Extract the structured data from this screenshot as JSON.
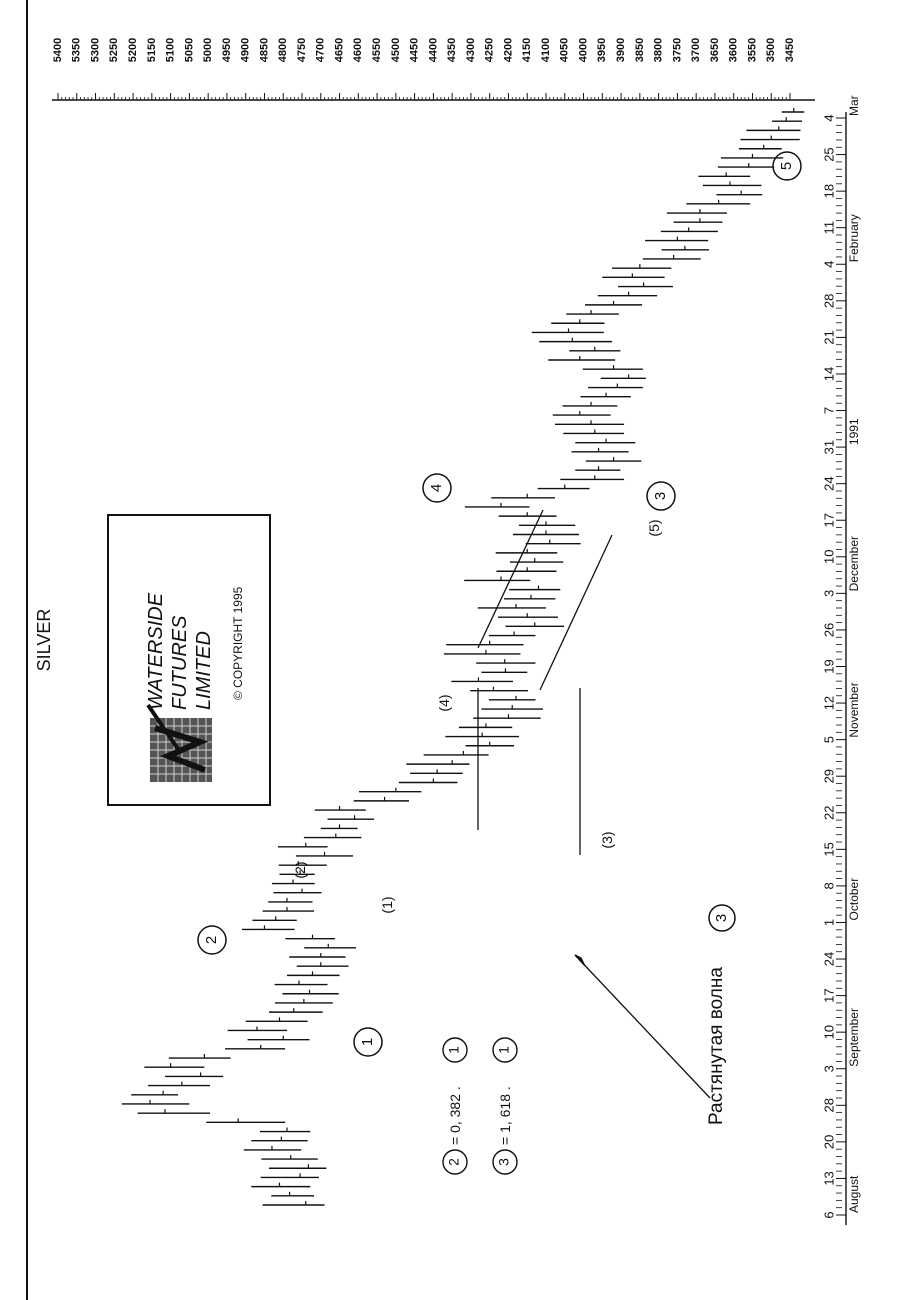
{
  "chart_data": {
    "type": "ohlc",
    "title": "SILVER",
    "orientation": "rotated-90-clockwise",
    "price_axis": {
      "ticks": [
        3450,
        3500,
        3550,
        3600,
        3650,
        3700,
        3750,
        3800,
        3850,
        3900,
        3950,
        4000,
        4050,
        4100,
        4150,
        4200,
        4250,
        4300,
        4350,
        4400,
        4450,
        4500,
        4550,
        4600,
        4650,
        4700,
        4750,
        4800,
        4850,
        4900,
        4950,
        5000,
        5050,
        5100,
        5150,
        5200,
        5250,
        5300,
        5350,
        5400
      ],
      "range": [
        3410,
        5430
      ]
    },
    "date_axis": {
      "day_ticks": [
        "6",
        "13",
        "20",
        "28",
        "3",
        "10",
        "17",
        "24",
        "1",
        "8",
        "15",
        "22",
        "29",
        "5",
        "12",
        "19",
        "26",
        "3",
        "10",
        "17",
        "24",
        "31",
        "7",
        "14",
        "21",
        "28",
        "4",
        "11",
        "18",
        "25",
        "4"
      ],
      "month_labels": [
        "August",
        "September",
        "October",
        "November",
        "December",
        "1991",
        "February",
        "Mar"
      ]
    },
    "bars": [
      [
        4855,
        4690,
        4740
      ],
      [
        4832,
        4718,
        4783
      ],
      [
        4885,
        4728,
        4810
      ],
      [
        4860,
        4705,
        4755
      ],
      [
        4838,
        4685,
        4733
      ],
      [
        4858,
        4708,
        4780
      ],
      [
        4905,
        4752,
        4830
      ],
      [
        4885,
        4735,
        4805
      ],
      [
        4862,
        4728,
        4790
      ],
      [
        5005,
        4795,
        4920
      ],
      [
        5188,
        4995,
        5115
      ],
      [
        5230,
        5050,
        5155
      ],
      [
        5205,
        5080,
        5120
      ],
      [
        5160,
        4995,
        5070
      ],
      [
        5115,
        4960,
        5020
      ],
      [
        5170,
        5010,
        5100
      ],
      [
        5105,
        4940,
        5010
      ],
      [
        4955,
        4795,
        4860
      ],
      [
        4895,
        4730,
        4800
      ],
      [
        4948,
        4790,
        4870
      ],
      [
        4900,
        4735,
        4810
      ],
      [
        4838,
        4695,
        4772
      ],
      [
        4822,
        4668,
        4745
      ],
      [
        4802,
        4652,
        4730
      ],
      [
        4823,
        4682,
        4758
      ],
      [
        4790,
        4650,
        4722
      ],
      [
        4764,
        4626,
        4700
      ],
      [
        4784,
        4634,
        4700
      ],
      [
        4744,
        4606,
        4680
      ],
      [
        4794,
        4662,
        4722
      ],
      [
        4910,
        4770,
        4850
      ],
      [
        4882,
        4764,
        4820
      ],
      [
        4855,
        4718,
        4790
      ],
      [
        4840,
        4722,
        4790
      ],
      [
        4826,
        4698,
        4750
      ],
      [
        4830,
        4716,
        4774
      ],
      [
        4810,
        4716,
        4755
      ],
      [
        4812,
        4684,
        4760
      ],
      [
        4766,
        4614,
        4690
      ],
      [
        4814,
        4682,
        4740
      ],
      [
        4745,
        4592,
        4660
      ],
      [
        4700,
        4602,
        4650
      ],
      [
        4682,
        4558,
        4610
      ],
      [
        4716,
        4580,
        4650
      ],
      [
        4612,
        4465,
        4530
      ],
      [
        4598,
        4432,
        4500
      ],
      [
        4492,
        4336,
        4400
      ],
      [
        4462,
        4322,
        4390
      ],
      [
        4472,
        4304,
        4350
      ],
      [
        4426,
        4253,
        4320
      ],
      [
        4314,
        4185,
        4250
      ],
      [
        4368,
        4172,
        4270
      ],
      [
        4332,
        4190,
        4260
      ],
      [
        4294,
        4114,
        4200
      ],
      [
        4272,
        4108,
        4190
      ],
      [
        4252,
        4128,
        4180
      ],
      [
        4302,
        4148,
        4240
      ],
      [
        4352,
        4188,
        4280
      ],
      [
        4272,
        4150,
        4208
      ],
      [
        4286,
        4128,
        4210
      ],
      [
        4372,
        4168,
        4260
      ],
      [
        4366,
        4160,
        4250
      ],
      [
        4252,
        4128,
        4185
      ],
      [
        4208,
        4052,
        4130
      ],
      [
        4228,
        4068,
        4150
      ],
      [
        4282,
        4100,
        4180
      ],
      [
        4212,
        4075,
        4140
      ],
      [
        4198,
        4062,
        4120
      ],
      [
        4318,
        4142,
        4220
      ],
      [
        4232,
        4072,
        4150
      ],
      [
        4196,
        4054,
        4130
      ],
      [
        4234,
        4070,
        4150
      ],
      [
        4154,
        4008,
        4090
      ],
      [
        4188,
        4012,
        4100
      ],
      [
        4172,
        4022,
        4100
      ],
      [
        4226,
        4072,
        4150
      ],
      [
        4316,
        4144,
        4220
      ],
      [
        4246,
        4076,
        4150
      ],
      [
        4122,
        3984,
        4050
      ],
      [
        4062,
        3892,
        3970
      ],
      [
        4022,
        3902,
        3960
      ],
      [
        3994,
        3846,
        3920
      ],
      [
        4032,
        3880,
        3960
      ],
      [
        4022,
        3862,
        3940
      ],
      [
        4054,
        3892,
        3970
      ],
      [
        4076,
        3892,
        3980
      ],
      [
        4082,
        3928,
        4010
      ],
      [
        4056,
        3910,
        3980
      ],
      [
        4008,
        3874,
        3940
      ],
      [
        3988,
        3842,
        3910
      ],
      [
        3954,
        3834,
        3880
      ],
      [
        4002,
        3842,
        3920
      ],
      [
        4094,
        3916,
        4010
      ],
      [
        4038,
        3902,
        3970
      ],
      [
        4118,
        3924,
        4030
      ],
      [
        4138,
        3946,
        4040
      ],
      [
        4086,
        3944,
        4010
      ],
      [
        4046,
        3906,
        3980
      ],
      [
        3996,
        3844,
        3920
      ],
      [
        3962,
        3804,
        3880
      ],
      [
        3908,
        3762,
        3840
      ],
      [
        3950,
        3784,
        3870
      ],
      [
        3924,
        3766,
        3850
      ],
      [
        3842,
        3688,
        3760
      ],
      [
        3792,
        3666,
        3730
      ],
      [
        3836,
        3668,
        3750
      ],
      [
        3794,
        3642,
        3720
      ],
      [
        3760,
        3630,
        3690
      ],
      [
        3778,
        3618,
        3690
      ],
      [
        3726,
        3556,
        3640
      ],
      [
        3646,
        3524,
        3580
      ],
      [
        3682,
        3526,
        3610
      ],
      [
        3694,
        3556,
        3620
      ],
      [
        3642,
        3492,
        3560
      ],
      [
        3634,
        3468,
        3550
      ],
      [
        3586,
        3472,
        3520
      ],
      [
        3582,
        3424,
        3500
      ],
      [
        3566,
        3422,
        3480
      ],
      [
        3498,
        3418,
        3460
      ],
      [
        3472,
        3412,
        3440
      ]
    ],
    "wave_labels_circled": [
      "1",
      "2",
      "3",
      "4",
      "5"
    ],
    "wave_labels_paren": [
      "(1)",
      "(2)",
      "(3)",
      "(4)",
      "(5)"
    ],
    "annotations": {
      "paren5_circle3": "(5)",
      "extended_wave": "Растянутая волна",
      "extended_wave_num": "3",
      "ratio1_num": "2",
      "ratio1_text": "= 0, 382 .",
      "ratio1_ref": "1",
      "ratio2_num": "3",
      "ratio2_text": "= 1, 618 .",
      "ratio2_ref": "1"
    }
  },
  "logo": {
    "company_line1": "WATERSIDE",
    "company_line2": "FUTURES",
    "company_line3": "LIMITED",
    "copyright": "© COPYRIGHT 1995"
  }
}
